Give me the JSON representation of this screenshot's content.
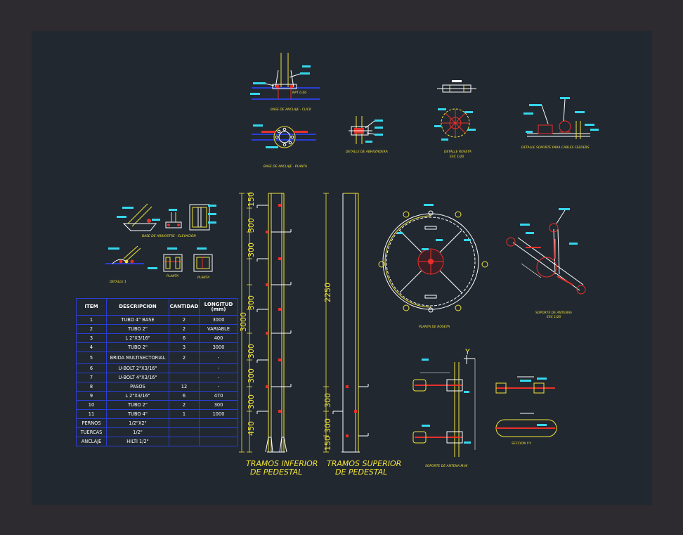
{
  "labels": {
    "base_anclaje_click": "BASE DE ANCLAJE - CLICK",
    "base_anclaje_planta": "BASE DE ANCLAJE - PLANTA",
    "detalle_abrazadera": "DETALLE DE ABRAZADERA",
    "detalle_roseta": "DETALLE ROSETA",
    "detalle_roseta_scale": "ESC 1/20",
    "detalle_soporte_cables": "DETALLE SOPORTE PARA CABLES FEEDERS",
    "base_arriostre": "BASE DE ARRIOSTRE - ELEVACIÓN",
    "detalle_1": "DETALLE 1",
    "planta_a": "PLANTA",
    "planta_b": "PLANTA",
    "planta_roseta": "PLANTA DE ROSETA",
    "soporte_antenas": "SOPORTE DE ANTENAS",
    "soporte_antenas_scale": "ESC 1/20",
    "soporte_antena_mw": "SOPORTE DE ANTENA M.W",
    "seccion_yy": "SECCION Y-Y",
    "y_mark": "Y",
    "tramo_inferior_1": "TRAMOS INFERIOR",
    "tramo_inferior_2": "DE PEDESTAL",
    "tramo_superior_1": "TRAMOS SUPERIOR",
    "tramo_superior_2": "DE PEDESTAL"
  },
  "dims_left": [
    "150",
    "300",
    "300",
    "300",
    "300",
    "300",
    "300",
    "450"
  ],
  "dim_left_total": "3000",
  "dims_right": [
    "2250",
    "300",
    "300",
    "150"
  ],
  "bom": {
    "headers": [
      "ITEM",
      "DESCRIPCION",
      "CANTIDAD",
      "LONGITUD (mm)"
    ],
    "rows": [
      [
        "1",
        "TUBO 4\" BASE",
        "2",
        "3000"
      ],
      [
        "2",
        "TUBO 2\"",
        "2",
        "VARIABLE"
      ],
      [
        "3",
        "L 2\"X3/16\"",
        "6",
        "400"
      ],
      [
        "4",
        "TUBO 2\"",
        "3",
        "3000"
      ],
      [
        "5",
        "BRIDA MULTISECTORIAL",
        "2",
        "-"
      ],
      [
        "6",
        "U-BOLT 2\"X3/16\"",
        "",
        "-"
      ],
      [
        "7",
        "U-BOLT 4\"X3/16\"",
        "",
        "-"
      ],
      [
        "8",
        "PASOS",
        "12",
        "-"
      ],
      [
        "9",
        "L 2\"X3/16\"",
        "6",
        "470"
      ],
      [
        "10",
        "TUBO 2\"",
        "2",
        "300"
      ],
      [
        "11",
        "TUBO 4\"",
        "1",
        "1000"
      ],
      [
        "PERNOS",
        "1/2\"X2\"",
        "",
        ""
      ],
      [
        "TUERCAS",
        "1/2\"",
        "",
        ""
      ],
      [
        "ANCLAJE",
        "HILTI 1/2\"",
        "",
        ""
      ]
    ]
  }
}
